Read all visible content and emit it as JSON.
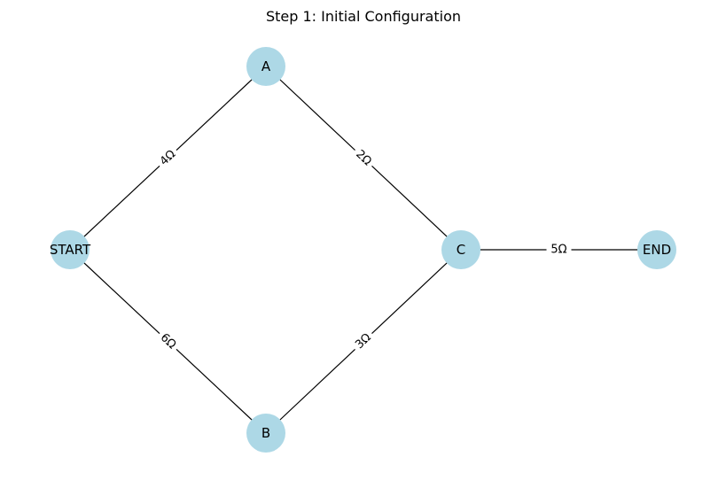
{
  "title": "Step 1: Initial Configuration",
  "colors": {
    "node_fill": "#add8e6",
    "edge_stroke": "#000000",
    "label_background": "#ffffff",
    "text": "#000000"
  },
  "nodes": [
    {
      "id": "start",
      "label": "START"
    },
    {
      "id": "a",
      "label": "A"
    },
    {
      "id": "b",
      "label": "B"
    },
    {
      "id": "c",
      "label": "C"
    },
    {
      "id": "end",
      "label": "END"
    }
  ],
  "edges": [
    {
      "id": "start-a",
      "from": "START",
      "to": "A",
      "label": "4Ω"
    },
    {
      "id": "start-b",
      "from": "START",
      "to": "B",
      "label": "6Ω"
    },
    {
      "id": "a-c",
      "from": "A",
      "to": "C",
      "label": "2Ω"
    },
    {
      "id": "b-c",
      "from": "B",
      "to": "C",
      "label": "3Ω"
    },
    {
      "id": "c-end",
      "from": "C",
      "to": "END",
      "label": "5Ω"
    }
  ]
}
